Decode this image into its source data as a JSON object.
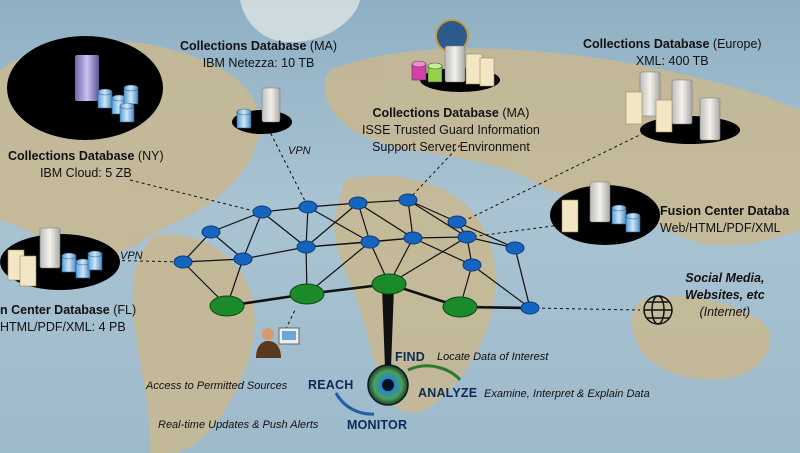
{
  "databases": {
    "ma_netezza": {
      "name": "Collections Database",
      "loc": "(MA)",
      "detail": "IBM Netezza: 10 TB"
    },
    "ma_isse": {
      "name": "Collections Database",
      "loc": "(MA)",
      "line1": "ISSE Trusted Guard Information",
      "line2": "Support Server Environment"
    },
    "europe": {
      "name": "Collections Database",
      "loc": "(Europe)",
      "detail": "XML: 400 TB"
    },
    "ny": {
      "name": "Collections Database",
      "loc": "(NY)",
      "detail": "IBM Cloud: 5 ZB"
    },
    "fl": {
      "name": "n Center Database",
      "loc": "(FL)",
      "detail": "HTML/PDF/XML: 4 PB"
    },
    "fusion_right": {
      "name": "Fusion Center Databa",
      "detail": "Web/HTML/PDF/XML"
    }
  },
  "links": {
    "vpn_top": "VPN",
    "vpn_left": "VPN"
  },
  "internet": {
    "line1": "Social Media,",
    "line2": "Websites, etc",
    "line3": "(Internet)"
  },
  "actions": {
    "find": "FIND",
    "find_desc": "Locate Data of Interest",
    "reach": "REACH",
    "reach_desc": "Access to Permitted Sources",
    "analyze": "ANALYZE",
    "analyze_desc": "Examine, Interpret & Explain Data",
    "monitor": "MONITOR",
    "monitor_desc": "Real-time Updates & Push Alerts"
  },
  "colors": {
    "node_blue": "#1565c0",
    "node_green": "#1b8a2b",
    "find_arrow": "#2c7a2c",
    "reach_arrow": "#1f5fa8"
  },
  "icons": [
    "globe-icon",
    "server-icon",
    "database-icon",
    "user-workstation-icon",
    "eye-icon"
  ]
}
